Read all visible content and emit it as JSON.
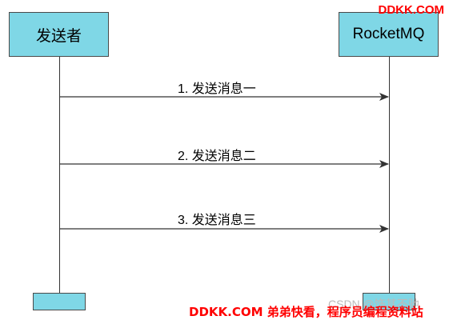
{
  "participants": {
    "sender": "发送者",
    "broker": "RocketMQ"
  },
  "messages": [
    {
      "label": "1. 发送消息一"
    },
    {
      "label": "2. 发送消息二"
    },
    {
      "label": "3. 发送消息三"
    }
  ],
  "watermarks": {
    "top_right": "DDKK.COM",
    "bottom_faint": "CSDN @饰其不驰",
    "bottom": "DDKK.COM 弟弟快看，程序员编程资料站"
  },
  "colors": {
    "box_fill": "#7fd7e6",
    "line": "#333333",
    "watermark": "#ff0000"
  }
}
